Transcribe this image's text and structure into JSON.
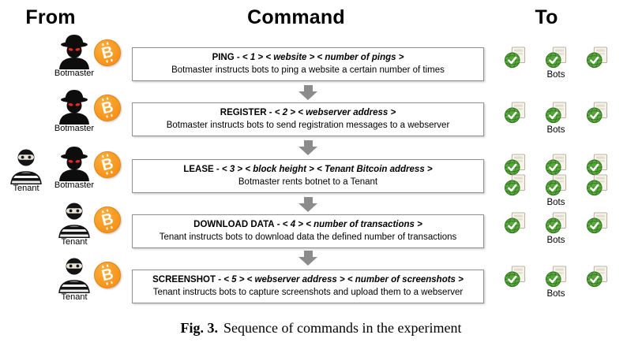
{
  "figure": {
    "headers": {
      "from": "From",
      "command": "Command",
      "to": "To"
    },
    "caption": {
      "label": "Fig. 3.",
      "text": "Sequence of commands in the experiment"
    },
    "icons": {
      "bitcoin_glyph": "B",
      "botmaster": "spy with fedora and red eyes",
      "tenant": "robber with striped shirt",
      "bot": "computer with green globe and checkmark",
      "arrow": "gray block arrow pointing down"
    },
    "colors": {
      "bitcoin_orange": "#f7931a",
      "arrow_gray": "#8c8c8c",
      "bot_green": "#57a83b",
      "box_border": "#8f8f8f",
      "botmaster_eyes_red": "#e8281e"
    },
    "rows": [
      {
        "command": "PING",
        "params": "- < 1 > < website > < number of pings >",
        "description": "Botmaster instructs bots to ping a website a certain number of times",
        "senders": [
          "Botmaster"
        ],
        "receiver": "Bots"
      },
      {
        "command": "REGISTER",
        "params": "- < 2 > < webserver address >",
        "description": "Botmaster instructs bots to send registration messages to a webserver",
        "senders": [
          "Botmaster"
        ],
        "receiver": "Bots"
      },
      {
        "command": "LEASE",
        "params": "- < 3 > < block height > < Tenant Bitcoin address >",
        "description": "Botmaster rents botnet to a Tenant",
        "senders": [
          "Tenant",
          "Botmaster"
        ],
        "receiver": "Bots"
      },
      {
        "command": "DOWNLOAD DATA",
        "params": "- < 4 > < number of transactions >",
        "description": "Tenant instructs bots to download data the defined number of transactions",
        "senders": [
          "Tenant"
        ],
        "receiver": "Bots"
      },
      {
        "command": "SCREENSHOT",
        "params": "- < 5 > < webserver address > < number of screenshots >",
        "description": "Tenant instructs bots to capture screenshots and upload them to a webserver",
        "senders": [
          "Tenant"
        ],
        "receiver": "Bots"
      }
    ]
  }
}
